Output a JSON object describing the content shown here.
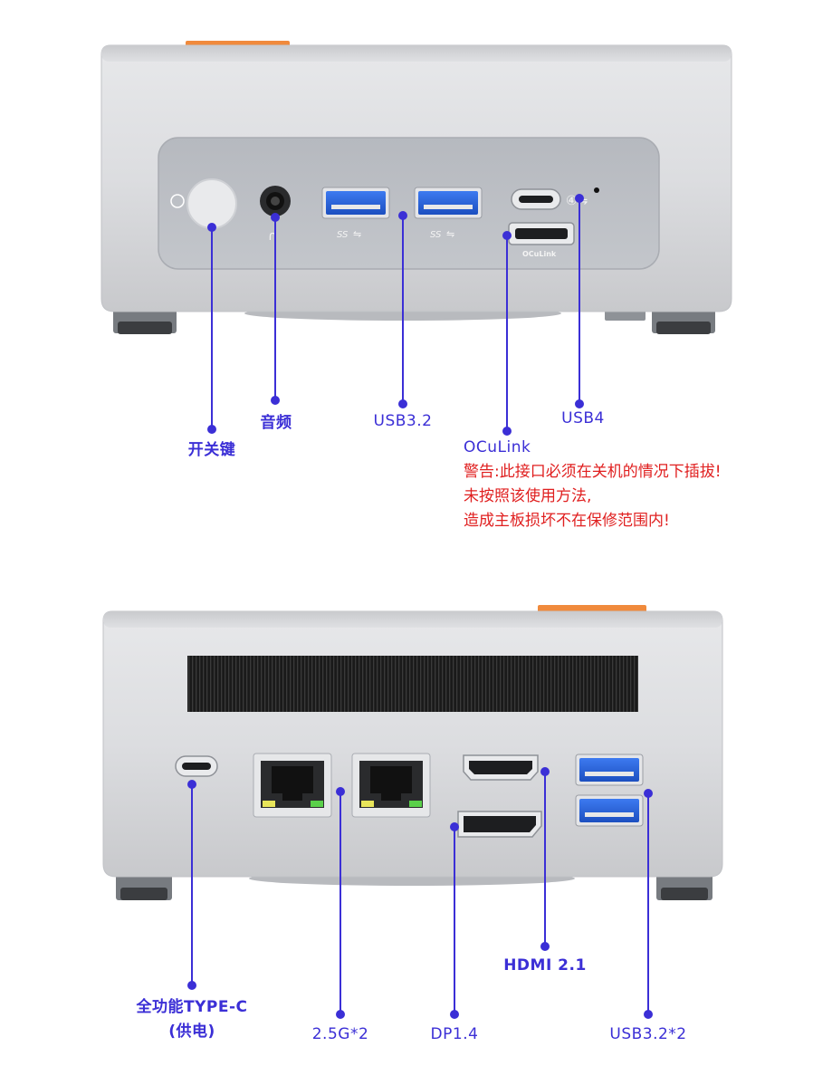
{
  "front": {
    "labels": {
      "power": "开关键",
      "audio": "音频",
      "usb32": "USB3.2",
      "usb4": "USB4",
      "oculink": "OCuLink"
    },
    "port_markings": {
      "usb_ss": "SS",
      "oculink": "OCuLink"
    },
    "warning": [
      "警告:此接口必须在关机的情况下插拔!",
      "未按照该使用方法,",
      "造成主板损坏不在保修范围内!"
    ]
  },
  "rear": {
    "labels": {
      "typec_line1": "全功能TYPE-C",
      "typec_line2": "(供电)",
      "lan": "2.5G*2",
      "dp": "DP1.4",
      "hdmi": "HDMI 2.1",
      "usb": "USB3.2*2"
    }
  },
  "colors": {
    "label": "#3b2fd6",
    "warning": "#e02020",
    "leader_line": "#3b2fd6",
    "chassis": "#d9dadd",
    "panel": "#b9bcc2",
    "usb_blue": "#1f5fd6",
    "accent_orange": "#f08a3c"
  }
}
